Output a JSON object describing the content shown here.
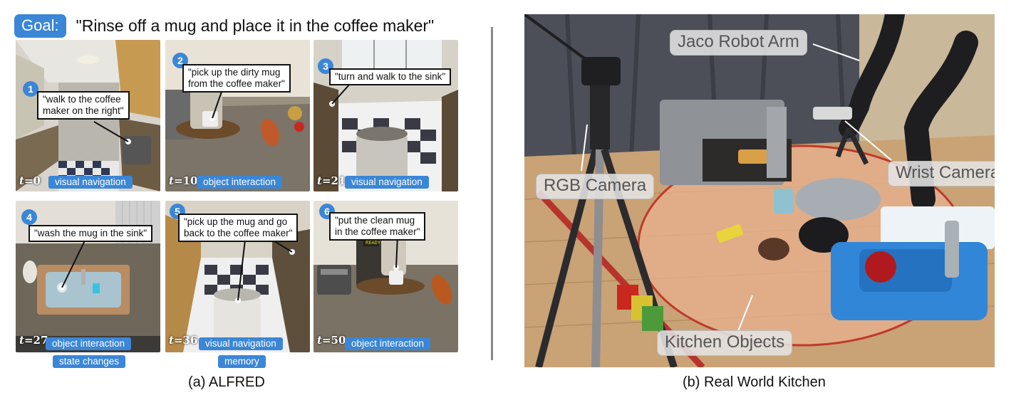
{
  "left_panel": {
    "goal_label": "Goal:",
    "goal_text": "\"Rinse off a mug and place it in the coffee maker\"",
    "caption": "(a) ALFRED",
    "frames": [
      {
        "step": "1",
        "instruction_lines": [
          "\"walk to the coffee",
          "maker on the right\""
        ],
        "t": "0",
        "tags": [
          "visual navigation"
        ]
      },
      {
        "step": "2",
        "instruction_lines": [
          "\"pick up the dirty mug",
          "from the coffee maker\""
        ],
        "t": "10",
        "tags": [
          "object interaction"
        ]
      },
      {
        "step": "3",
        "instruction_lines": [
          "\"turn and walk to the sink\""
        ],
        "t": "21",
        "tags": [
          "visual navigation"
        ]
      },
      {
        "step": "4",
        "instruction_lines": [
          "\"wash the mug in the sink\""
        ],
        "t": "27",
        "tags": [
          "object interaction",
          "state changes"
        ]
      },
      {
        "step": "5",
        "instruction_lines": [
          "\"pick up the mug and go",
          "back to the coffee maker\""
        ],
        "t": "36",
        "tags": [
          "visual navigation",
          "memory"
        ]
      },
      {
        "step": "6",
        "instruction_lines": [
          "\"put the clean mug",
          "in the coffee maker\""
        ],
        "t": "50",
        "tags": [
          "object interaction"
        ]
      }
    ]
  },
  "right_panel": {
    "caption": "(b) Real World Kitchen",
    "labels": {
      "robot_arm": "Jaco Robot Arm",
      "rgb_camera": "RGB Camera",
      "wrist_camera": "Wrist Camera",
      "kitchen_objects": "Kitchen Objects"
    }
  },
  "colors": {
    "tag_blue": "#3b86d6",
    "divider": "#8a8a8a",
    "floor_tint": "#e7b08f",
    "ellipse_red": "#c0392b"
  }
}
